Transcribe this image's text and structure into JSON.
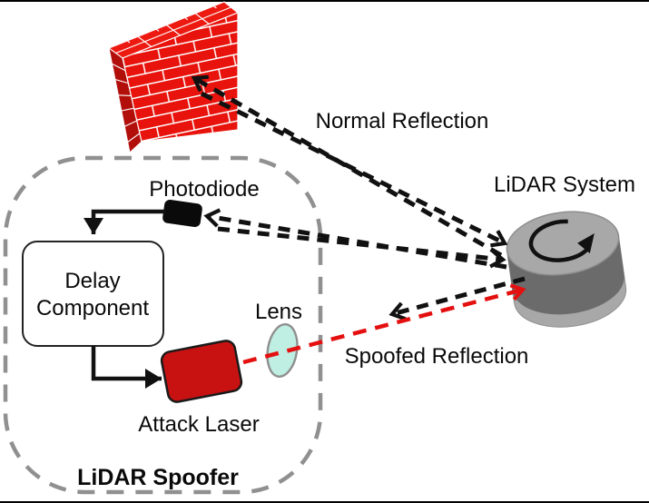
{
  "figure": {
    "labels": {
      "normal_reflection": "Normal Reflection",
      "lidar_system": "LiDAR System",
      "photodiode": "Photodiode",
      "delay_line1": "Delay",
      "delay_line2": "Component",
      "lens": "Lens",
      "attack_laser": "Attack Laser",
      "spoofed_reflection": "Spoofed Reflection",
      "lidar_spoofer": "LiDAR Spoofer"
    },
    "colors": {
      "brick_front": "#E8130C",
      "brick_top": "#ED1A12",
      "brick_side": "#B20F0B",
      "mortar": "#FFFFFF",
      "laser_red": "#C81212",
      "beam_red": "#E41010",
      "arrow_black": "#111111",
      "border_gray": "#909090",
      "cylinder_top": "#A8A8A8",
      "cylinder_side": "#6B6B6B",
      "lens_fill": "#BFEEE2",
      "lens_stroke": "#8F8F8F",
      "frame_black": "#000000"
    }
  }
}
